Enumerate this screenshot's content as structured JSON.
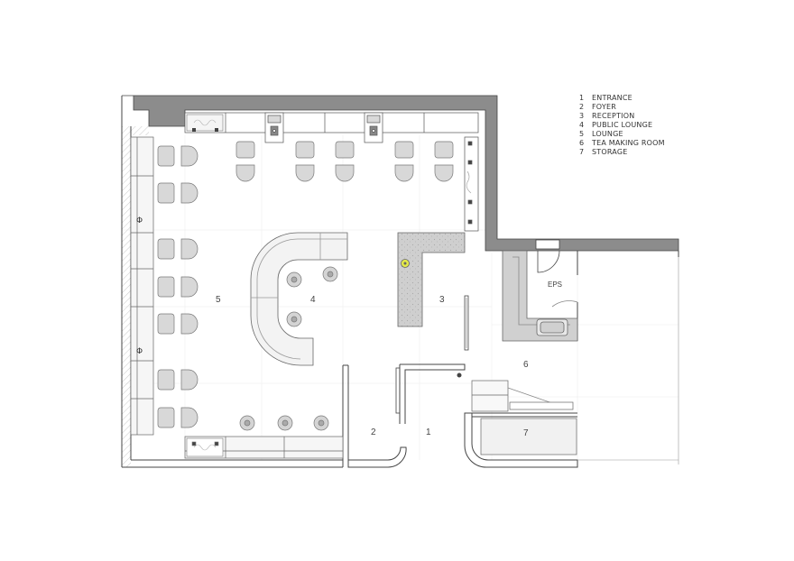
{
  "legend": [
    {
      "num": "1",
      "label": "ENTRANCE"
    },
    {
      "num": "2",
      "label": "FOYER"
    },
    {
      "num": "3",
      "label": "RECEPTION"
    },
    {
      "num": "4",
      "label": "PUBLIC LOUNGE"
    },
    {
      "num": "5",
      "label": "LOUNGE"
    },
    {
      "num": "6",
      "label": "TEA MAKING ROOM"
    },
    {
      "num": "7",
      "label": "STORAGE"
    }
  ],
  "rooms": {
    "entrance": "1",
    "foyer": "2",
    "reception": "3",
    "public_lounge": "4",
    "lounge": "5",
    "tea_making_room": "6",
    "storage": "7"
  },
  "eps_label": "EPS",
  "socket_symbol": "Φ",
  "colors": {
    "wall_dark": "#8c8c8c",
    "furniture_fill": "#d8d8d8",
    "counter_fill": "#c9c9c9",
    "line": "#555555",
    "grid": "#ececec",
    "accent_light": "#e3e94a"
  }
}
